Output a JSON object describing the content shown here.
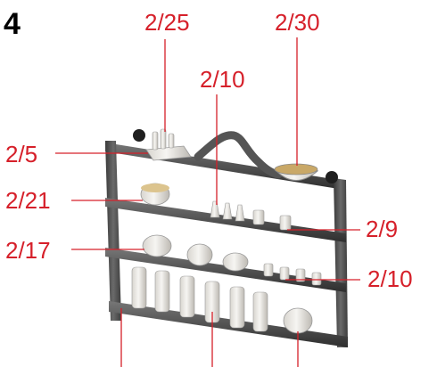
{
  "step_number": "4",
  "colors": {
    "label": "#d6202a",
    "frame": "#4a4a4a",
    "parts": "#e8e6e2"
  },
  "callouts": [
    {
      "id": "top-left-tray",
      "text": "2/25"
    },
    {
      "id": "top-right-bowl",
      "text": "2/30"
    },
    {
      "id": "middle-cone-items",
      "text": "2/10"
    },
    {
      "id": "top-shelf-tray",
      "text": "2/5"
    },
    {
      "id": "second-shelf-cake",
      "text": "2/21"
    },
    {
      "id": "second-shelf-cups",
      "text": "2/9"
    },
    {
      "id": "third-shelf-dishes",
      "text": "2/17"
    },
    {
      "id": "third-shelf-small-items",
      "text": "2/10"
    }
  ]
}
